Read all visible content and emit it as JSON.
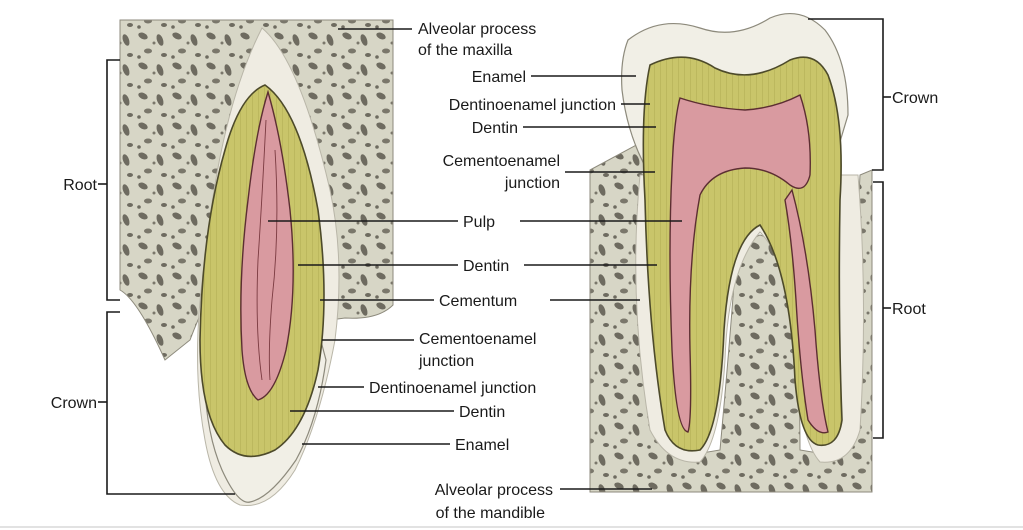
{
  "upper_tooth": {
    "region_root": "Root",
    "region_crown": "Crown",
    "labels": {
      "alveolar_maxilla_1": "Alveolar process",
      "alveolar_maxilla_2": "of the maxilla",
      "pulp": "Pulp",
      "dentin_root": "Dentin",
      "cementum": "Cementum",
      "cementoenamel_1": "Cementoenamel",
      "cementoenamel_2": "junction",
      "dentinoenamel": "Dentinoenamel junction",
      "dentin_crown": "Dentin",
      "enamel": "Enamel"
    }
  },
  "lower_tooth": {
    "region_crown": "Crown",
    "region_root": "Root",
    "labels": {
      "enamel": "Enamel",
      "dentinoenamel": "Dentinoenamel junction",
      "dentin": "Dentin",
      "cementoenamel_1": "Cementoenamel",
      "cementoenamel_2": "junction",
      "alveolar_mandible_1": "Alveolar process",
      "alveolar_mandible_2": "of the mandible"
    }
  },
  "colors": {
    "bone": "#d7d6c6",
    "bone_spot": "#6e6b60",
    "enamel": "#f1efe6",
    "dentin": "#c9c56a",
    "pulp": "#d99aa0",
    "ligament": "#efece2"
  }
}
